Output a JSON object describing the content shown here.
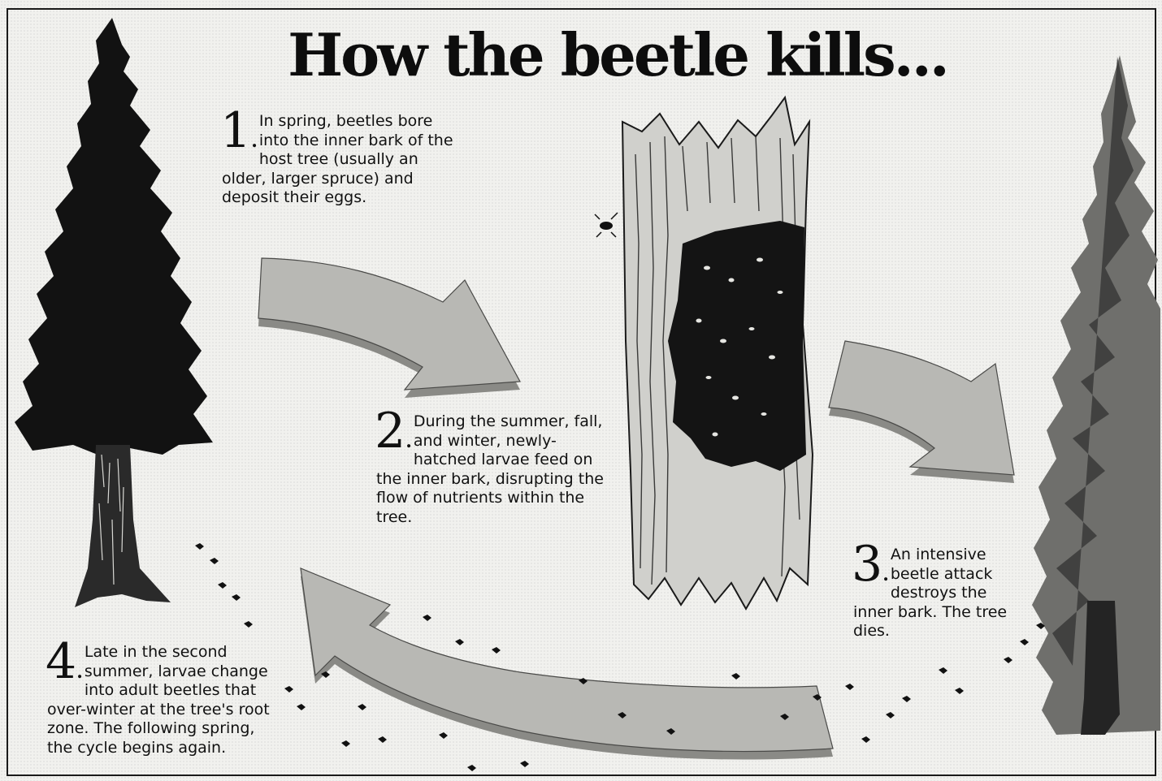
{
  "title": "How the beetle kills...",
  "steps": [
    {
      "number": "1",
      "text": "In spring, beetles bore into the inner bark of the host tree (usually an older, larger spruce) and deposit their eggs."
    },
    {
      "number": "2",
      "text": "During the summer, fall, and winter, newly-hatched larvae feed on the inner bark, disrupting the flow of nutrients within the tree."
    },
    {
      "number": "3",
      "text": "An intensive beetle attack destroys the inner bark. The tree dies."
    },
    {
      "number": "4",
      "text": "Late in the second summer, larvae change into adult beetles that over-winter at the tree's root zone. The following spring, the cycle begins again."
    }
  ],
  "colors": {
    "ink": "#111111",
    "arrow_face": "#b8b8b4",
    "arrow_edge": "#8a8a86",
    "dying_tree": "#6b6b68"
  }
}
